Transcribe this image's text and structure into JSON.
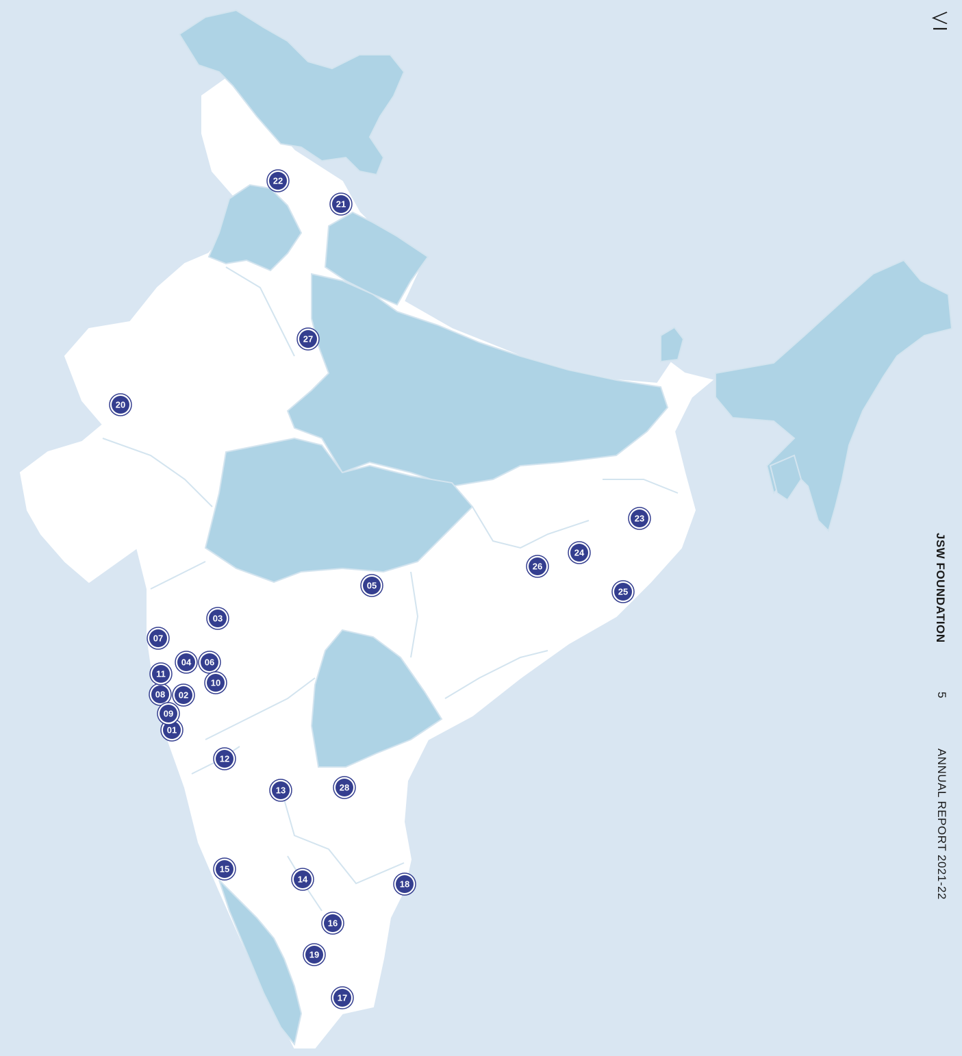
{
  "map": {
    "colors": {
      "ocean": "#d9e6f2",
      "state_highlight": "#aed3e5",
      "state_plain": "#ffffff",
      "border": "#d3e4ef",
      "marker_fill": "#343e8f",
      "marker_ring": "#ffffff",
      "marker_text": "#ffffff"
    },
    "markers": [
      "01",
      "02",
      "03",
      "04",
      "05",
      "06",
      "07",
      "08",
      "09",
      "10",
      "11",
      "12",
      "13",
      "14",
      "15",
      "16",
      "17",
      "18",
      "19",
      "20",
      "21",
      "22",
      "23",
      "24",
      "25",
      "26",
      "27",
      "28"
    ]
  },
  "side_panel": {
    "back_icon": "back-arrow-icon",
    "brand": "JSW FOUNDATION",
    "page_number": "5",
    "report_title": "ANNUAL REPORT 2021-22"
  }
}
